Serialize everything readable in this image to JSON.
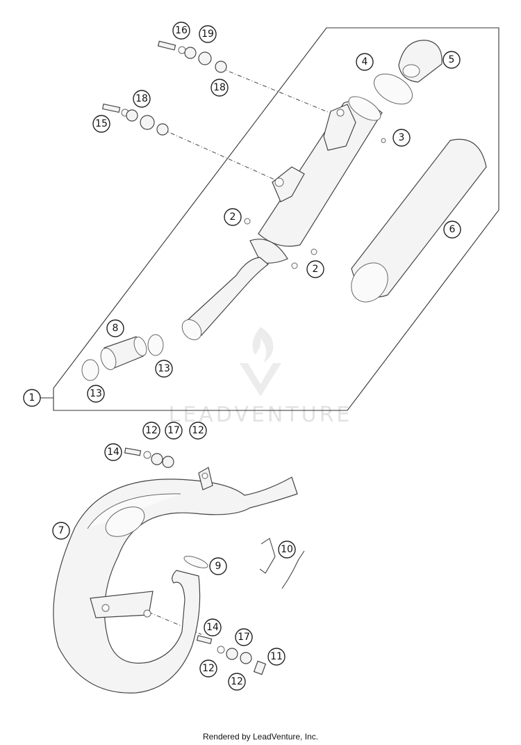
{
  "diagram": {
    "callouts": [
      "1",
      "2",
      "2",
      "3",
      "4",
      "5",
      "6",
      "7",
      "8",
      "9",
      "10",
      "11",
      "12",
      "12",
      "12",
      "12",
      "13",
      "13",
      "14",
      "14",
      "15",
      "16",
      "17",
      "17",
      "18",
      "18",
      "19"
    ],
    "watermark": "LEADVENTURE"
  },
  "footer": {
    "text": "Rendered by LeadVenture, Inc."
  },
  "colors": {
    "line": "#333333",
    "fill": "#f4f4f4",
    "watermark": "#e2e2e2"
  }
}
